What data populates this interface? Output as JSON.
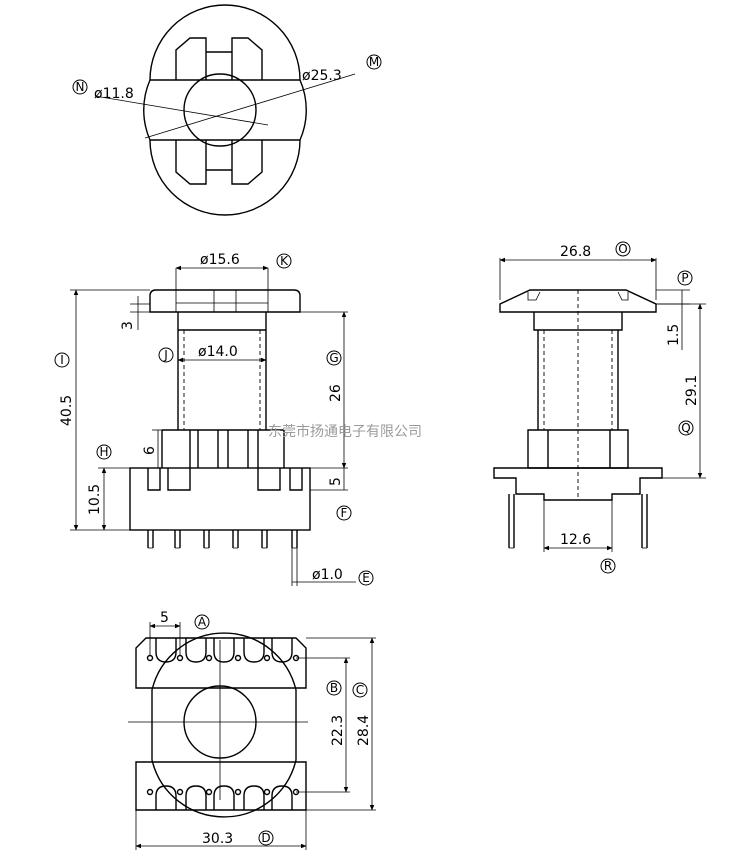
{
  "watermark": "东莞市扬通电子有限公司",
  "top_view": {
    "dims": [
      {
        "id": "N",
        "value": "ø11.8"
      },
      {
        "id": "M",
        "value": "ø25.3"
      }
    ]
  },
  "front_view": {
    "dims": [
      {
        "id": "K",
        "value": "ø15.6"
      },
      {
        "id": "J",
        "value": "ø14.0"
      },
      {
        "id": "I",
        "value": "40.5"
      },
      {
        "id": "G",
        "value": "26"
      },
      {
        "id": "H",
        "value": "10.5"
      },
      {
        "id": "F",
        "value": "5"
      },
      {
        "id": "E",
        "value": "ø1.0"
      },
      {
        "id": "",
        "value": "3"
      },
      {
        "id": "",
        "value": "6"
      }
    ]
  },
  "side_view": {
    "dims": [
      {
        "id": "O",
        "value": "26.8"
      },
      {
        "id": "P",
        "value": "1.5"
      },
      {
        "id": "Q",
        "value": "29.1"
      },
      {
        "id": "R",
        "value": "12.6"
      }
    ]
  },
  "bottom_view": {
    "dims": [
      {
        "id": "A",
        "value": "5"
      },
      {
        "id": "B",
        "value": "22.3"
      },
      {
        "id": "C",
        "value": "28.4"
      },
      {
        "id": "D",
        "value": "30.3"
      }
    ]
  }
}
